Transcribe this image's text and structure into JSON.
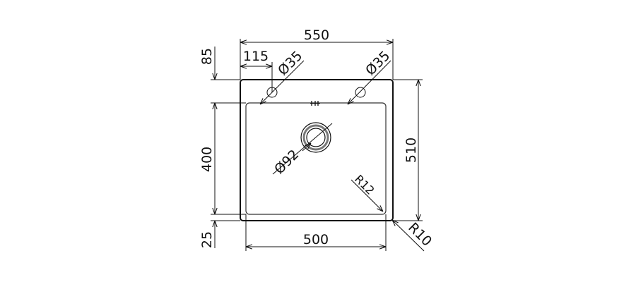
{
  "dimensions": {
    "overall_width": "550",
    "tap_offset": "115",
    "tap_hole_left": "Ø35",
    "tap_hole_right": "Ø35",
    "top_margin": "85",
    "overall_depth": "510",
    "bowl_depth": "400",
    "bottom_margin": "25",
    "bowl_width": "500",
    "drain_diameter": "Ø92",
    "inner_radius": "R12",
    "outer_radius": "R10"
  }
}
